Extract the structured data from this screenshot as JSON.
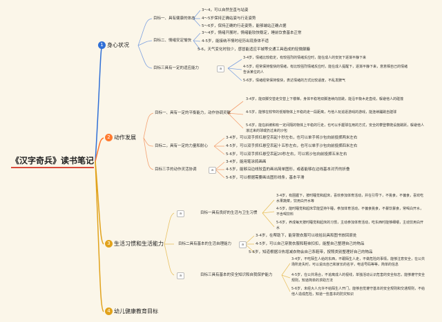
{
  "root": "《汉字奇兵》读书笔记",
  "colors": {
    "b1": "#2f6fd6",
    "b2": "#ff7a2f",
    "b3": "#e1a21b",
    "b4": "#e1a21b",
    "root_underline": "#d94a3a"
  },
  "b1": {
    "title": "身心状况",
    "num": "1",
    "g1": {
      "label": "目标一、具有健康的体态",
      "items": [
        "3～4，可以自然坐直与站姿",
        "4～5岁保持正确站姿与行走姿势",
        "5～6岁，保持正确的行走姿势，能够端站正确占据"
      ]
    },
    "g2": {
      "label": "目标二、情绪安定愉快",
      "items": [
        "3～4岁，情绪开展时，情绪能较快稳定，睡前饮食基本正常",
        "4-5岁，能接纳不情时经历出现身体不适",
        "5-6，天气变化时较少，感冒能适应平城等交通工具造成的轻微颠簸"
      ]
    },
    "g3": {
      "label": "目标三具有一定的适应能力",
      "tag": "a",
      "items": [
        "3-4岁，情绪比较稳定，有较强烈的情绪反应时，能在成人的安抚下逐渐平静下来",
        "4-5岁，经常保持愉快的情绪，有比较强烈情绪反应时，能在成人提醒下，逐渐平静下来，意意相自己的情绪告诉某位的人",
        "5-6岁，情绪经常保持愉快，表达情绪的方式比较适度，不乱发脾气"
      ]
    }
  },
  "b2": {
    "title": "动作发展",
    "num": "2",
    "g1": {
      "label": "目标一、具有一定的平衡能力，动作协调灵敏",
      "items": [
        "3-4岁，能双脚交替走交替上下楼梯，身体平稳地双脚连续向前跳，能沿平衡木走直线，躲避他人的碰撞",
        "4-5岁，能够在较窄的低矮物体上平稳的走一段距离，与他人玩追逐游戏的游戏，能连续蹦跳自建球",
        "5-6岁，能在斜坡和有一定间隔的物体上平稳的行走，也可以手握球在用的方式，安全的攀登攀爬设施跳跃，躲避他人滚过来的球或扔过来的沙包"
      ]
    },
    "g2": {
      "label": "目标二，具有一定的力量和耐心",
      "items": [
        "3-4岁，可以双手抓杠悬空吊起十秒左右，也可以单手将沙包向前投掷两米左右",
        "4-5岁，可以双手抓杠悬空吊起十五秒左右，也可以单手沙包向前投掷四米左右",
        "5-6岁，可以双手抓杠悬空吊起20秒左右，可以将沙包向前投掷五米左右"
      ]
    },
    "g3": {
      "label": "目标三手的动作灵活协调",
      "tag": "a",
      "items": [
        "3-4岁，能用笔涂鸦画画",
        "4-5岁，能够沿边线较直的画出简单图形，或者能够在边线基本对齐的折叠",
        "5-6岁，可以根据需要画出图形线条，基本平滑"
      ]
    }
  },
  "b3": {
    "title": "生活习惯和生活能力",
    "num": "3",
    "g1": {
      "label": "目标一具有良好的生活与卫生习惯",
      "tag": "a",
      "items": [
        "3-4岁，有困握下，按时睡觉和起床，喜欢参加体育活动，并在引导下，不挑食，不偏食，喜欢吃水果蔬菜，饮用白开水等",
        "4-5岁，能时睡觉和起床早能坚持午睡，参加体育活动，不偏食挑食，不暴饮暴食，常喝白开水，不含喝饮料",
        "5-6岁，养成每天按时睡觉和起床的习惯，主动参加体育活动，吃东西时能够细嚼，主动饮用白开水"
      ]
    },
    "g2": {
      "label": "目标二具有基本的生活自理能力",
      "tag": "a",
      "items": [
        "3-4岁，在帮助下，能穿脱衣服可以收拾玩具和图书放回原处",
        "4-5岁，可以自己穿脱衣服和鞋袜扣扣，能整自己整理自己的物品",
        "5-6岁，知道根据冷热增减衣物会自己系鞋带，按照类别整理好自己的物品"
      ]
    },
    "g3": {
      "label": "目标三具有基本的安全知识和自我保护能力",
      "tag": "a",
      "items": [
        "3-4岁，不吃陌生人给的东西，不跟陌生人走，不做危险的事情，能够注意安全，在公共场所走失时，可以说出自己和家长的名字，电话号码等等，简单的信息",
        "4-5岁，在公共场合，不追离成人的视线，单独活动认识危害的安全标志，能够遵守安全规则，知道简单的求助方法",
        "5-6岁，未经大人允许不给陌生人开门，能够自觉遵守基本的安全规则和交通规则，不给他人造成危险，知道一些基本的防灾知识"
      ]
    }
  },
  "b4": {
    "title": "幼儿健康教育目标",
    "num": "4"
  }
}
